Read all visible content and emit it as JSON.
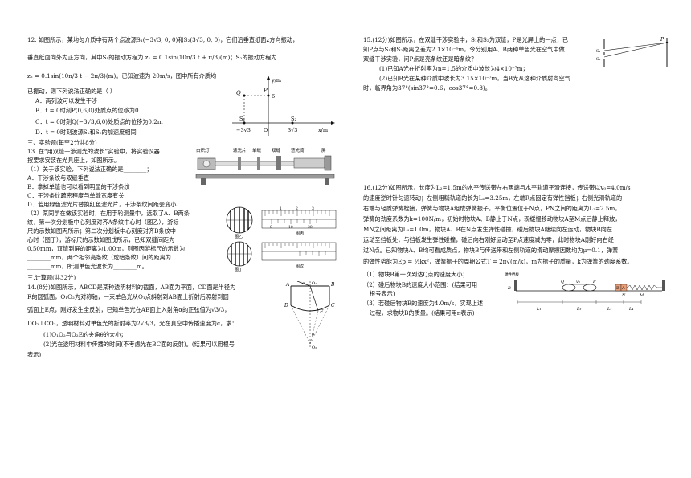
{
  "q12": {
    "stem1": "12. 如图所示，某均匀介质中有两个点波源S₁(−3√3, 0, 0)和S₂(3√3, 0, 0)，它们沿垂直纸面z方向振动，",
    "stem2": "垂直纸面向外为正方向，其中S₁的振动方程为 z₁ = 0.1sin(10π/3 t + π/3)(m)；S₂的振动方程为",
    "stem3": "z₂ = 0.1sin(10π/3 t − 2π/3)(m)。已知波速为 20m/s，图中所有介质均",
    "stem4": "已振动，则下列说法正确的是（  ）",
    "options": [
      "A．两列波可以发生干涉",
      "B．t = 0时刻P(0,6,0)处质点的位移为0",
      "C．t = 0时刻Q(−3√3,6,0)处质点的位移为0.2m",
      "D．t = 0时刻波源S₁和S₂的加速度相同"
    ],
    "fig": {
      "y_label": "y/m",
      "x_label": "x/m",
      "P": "P",
      "Q": "Q",
      "six": "6",
      "S1": "S₁",
      "S2": "S₂",
      "neg": "−3√3",
      "origin": "O",
      "pos": "3√3"
    }
  },
  "sec3": "三、实验题(每空2分共8分)",
  "q13": {
    "lines": [
      "13. 在“用双缝干涉测光的波长”实验中，将实验仪器",
      "按要求安装在光具座上，如图所示。",
      "（1）关于该实验，下列说法正确的是________；",
      "A．干涉条纹与双缝垂直",
      "B．拿掉单缝也可以看到明显的干涉条纹",
      "C．干涉条纹疏密程度与单缝宽度有关",
      "D．若用绿色滤光片替换红色滤光片，干涉条纹间距会变小",
      "（2）某同学在做该实验时，在用手轮测量中，选取了A、B两条",
      "纹，第一次分划板中心刻度对齐A条纹中心时（图乙），游标",
      "尺的示数如图丙所示；第二次分划板中心刻度对齐B条纹中",
      "心时（图丁），游标尺的示数如图戊所示，已知双缝间距为",
      "0.50mm，双缝到屏的距离为1.00m，则图丙游标尺的示数为",
      "________mm，两个相邻亮条纹（或暗条纹）间的距离为",
      "________mm，所测单色光波长为________m。"
    ],
    "apparatus": [
      "白炽灯",
      "滤光片",
      "单缝",
      "双缝",
      "遮光筒",
      "屏"
    ],
    "captions": [
      "图乙",
      "图丙",
      "图丁",
      "图戊"
    ],
    "scale_top": [
      "1",
      "2",
      "3"
    ],
    "scale_bot": [
      "0",
      "10",
      "20"
    ]
  },
  "sec4": "三.计算题(共32分)",
  "q14": {
    "lines": [
      "14.(8分)如图所示，ABCD是某种透明材料的截面，AB面为平面，CD面是半径为",
      "R的圆弧面，O₁O₂为对称轴，一束单色光从O₁点斜射到AB面上折射后照射到圆",
      "弧面上E点，刚好发生全反射，已知单色光在AB面上入射角α的正弦值为√3/3，",
      "DO₂⊥CO₂，透明材料对单色光的折射率为2√3/3，光在真空中传播速度为c，求：",
      "(1)O₁O₂与O₂E的夹角θ的大小；",
      "(2)光在透明材料中传播的时间(不考虑光在BC面的反射)。(结果可以用根号",
      "表示)"
    ],
    "fig": {
      "A": "A",
      "B": "B",
      "C": "C",
      "D": "D",
      "E": "E",
      "O1": "O₁",
      "O2": "O₂",
      "alpha": "α",
      "theta": "θ"
    }
  },
  "q15": {
    "lines": [
      "15.(12分)如图所示，在双缝干涉实验中，S₁和S₂为双缝，P是光屏上的一点，已",
      "知P点与S₁和S₂距离之差为2.1×10⁻⁶m，今分别用A、B两种单色光在空气中做",
      "双缝干涉实验，问P点是亮条纹还是暗条纹？",
      "(1)已知A光在折射率为n=1.5的介质中波长为4×10⁻⁷m；",
      "(2)已知B光在某种介质中波长为3.15×10⁻⁷m，当B光从这种介质射向空气",
      "时，临界角为37°(sin37°=0.6，cos37°=0.8)。"
    ],
    "fig": {
      "P": "P",
      "S1": "S₁",
      "S2": "S₂"
    }
  },
  "q16": {
    "lines": [
      "16.(12分)如图所示，长度为L₂=1.5m的水平传送带左右两端与水平轨道平滑连接，传送带以v₀=4.0m/s",
      "的速度逆时针匀速转动；左侧粗糙轨道的长为L₁=3.25m，左端R点固定有弹性挡板；右侧光滑轨道的",
      "右端与轻质弹簧栓接，弹簧与物块A组成弹簧振子，平衡位置位于N点，PN之间的距离为L₃=2.5m，",
      "弹簧的劲度系数为k=100N/m，初始时物块A、B静止于N点，现缓慢移动物块A至M点后静止释放，",
      "MN之间距离为L₄=1.0m，物块A、B在N点发生弹性碰撞，碰后物块A继续向左运动，物块B向左",
      "运动至挡板处，与挡板发生弹性碰撞，碰后向右刚好运动至P点速度减为零，此时物块A刚好向右经",
      "过N点。已知物块A、B均可看成质点，物块B与传送带和左侧轨道的滑动摩擦因数均为μ=0.1，弹簧",
      "的弹性势能为Ep = ½kx²，弹簧振子的周期公式T = 2π√(m/k)，m为振子的质量，k为弹簧的劲度系数。",
      "（1）物块B第一次到达Q点的速度大小；",
      "（2）碰后物块B的速度大小范围：(结果可用",
      "根号表示)",
      "（3）若碰后物块B的速度为4.0m/s，实现上述",
      "过程，求物块B的质量。(结果可用π表示)"
    ],
    "fig": {
      "wall": "弹性挡板",
      "R": "R",
      "Q": "Q",
      "P": "P",
      "v0": "v₀",
      "B": "B",
      "A": "A",
      "N": "N",
      "M": "M",
      "L1": "L₁",
      "L2": "L₂",
      "L3": "L₃",
      "L4": "L₄"
    }
  }
}
